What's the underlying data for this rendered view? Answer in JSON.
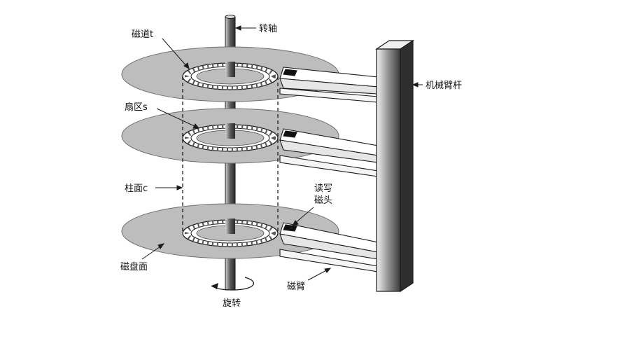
{
  "labels": {
    "spindle": "转轴",
    "track": "磁道t",
    "sector": "扇区s",
    "cylinder": "柱面c",
    "surface": "磁盘面",
    "head_line1": "读写",
    "head_line2": "磁头",
    "actuator": "机械臂杆",
    "arm": "磁臂",
    "rotation": "旋转"
  },
  "colors": {
    "platter": "#bdbdbd",
    "platter_edge": "#6e6e6e",
    "track_ring": "#ffffff",
    "stroke": "#1a1a1a",
    "spindle": "#7a7a7a",
    "head": "#111111"
  }
}
